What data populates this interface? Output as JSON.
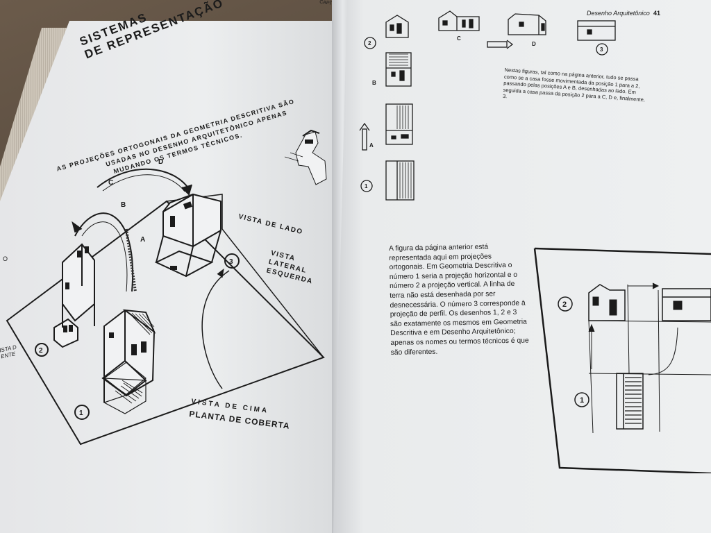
{
  "left_page": {
    "chapter_title_line1": "SISTEMAS",
    "chapter_title_line2": "DE REPRESENTAÇÃO",
    "intro_line1": "AS PROJEÇÕES ORTOGONAIS DA GEOMETRIA DESCRITIVA SÃO",
    "intro_line2": "USADAS NO DESENHO ARQUITETÔNICO APENAS",
    "intro_line3": "MUDANDO OS TERMOS TÉCNICOS.",
    "label_vista_lado": "VISTA DE LADO",
    "label_vista_lateral_1": "VISTA",
    "label_vista_lateral_2": "LATERAL",
    "label_vista_lateral_3": "ESQUERDA",
    "label_vista_cima": "VISTA DE CIMA",
    "label_planta": "PLANTA DE COBERTA",
    "label_vista_frente_1": "ISTA D",
    "label_vista_frente_2": "ENTE",
    "letter_a": "A",
    "letter_b": "B",
    "letter_c": "C",
    "letter_d": "D",
    "num_1": "1",
    "num_2": "2",
    "num_3": "3",
    "header_fragment": "CAPÍTULO",
    "edge_fragment": "O"
  },
  "right_page": {
    "running_head": "Desenho Arquitetônico",
    "page_number": "41",
    "caption": "Nestas figuras, tal como na página anterior, tudo se passa como se a casa fosse movimentada da posição 1 para a 2, passando pelas posições A e B, desenhadas ao lado. Em seguida a casa passa da posição 2 para a C, D e, finalmente, 3.",
    "seq_letter_a": "A",
    "seq_letter_b": "B",
    "seq_letter_c": "C",
    "seq_letter_d": "D",
    "seq_num_1": "1",
    "seq_num_2": "2",
    "seq_num_3": "3",
    "body_paragraph": "A figura da página anterior está representada aqui em projeções ortogonais. Em Geometria Descritiva o número 1 seria a projeção horizontal e o número 2 a projeção vertical. A linha de terra não está desenhada por ser desnecessária. O número 3 corresponde à projeção de perfil. Os desenhos 1, 2 e 3 são exatamente os mesmos em Geometria Descritiva e em Desenho Arquitetônico; apenas os nomes ou termos técnicos é que são diferentes.",
    "diagram_num_1": "1",
    "diagram_num_2": "2"
  }
}
